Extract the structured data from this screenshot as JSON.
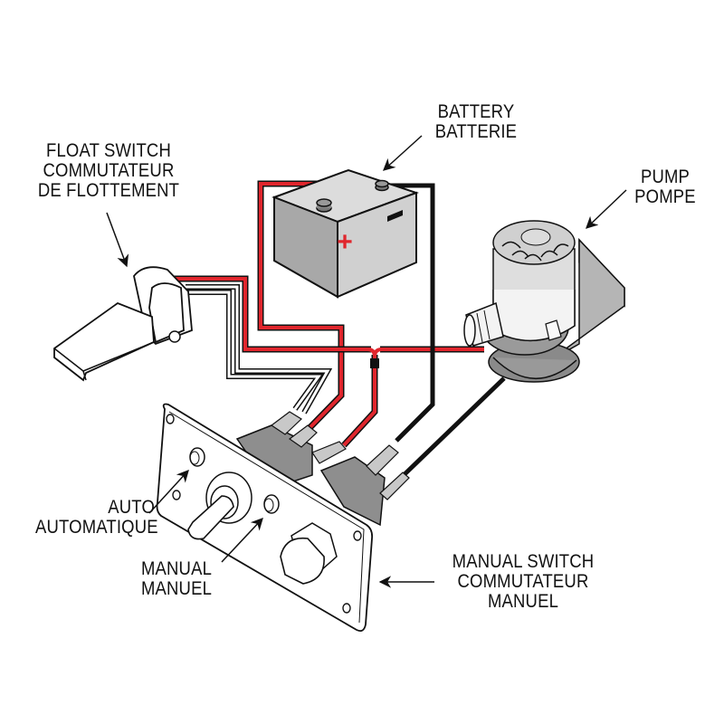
{
  "diagram": {
    "title": "Bilge pump wiring with float switch and manual switch panel",
    "colors": {
      "positive_wire": "#e0262d",
      "negative_wire": "#111111",
      "float_wire": "#ffffff",
      "battery_top": "#d9d9d9",
      "battery_side": "#a6a6a6",
      "battery_front": "#cfcfcf",
      "pump_body": "#d8d8d8",
      "switch_body": "#8a8a8a",
      "connector": "#c8c8c8",
      "plus_symbol": "#e0262d"
    },
    "labels": {
      "battery": [
        "BATTERY",
        "BATTERIE"
      ],
      "float_switch": [
        "FLOAT SWITCH",
        "COMMUTATEUR",
        "DE FLOTTEMENT"
      ],
      "pump": [
        "PUMP",
        "POMPE"
      ],
      "auto": [
        "AUTO",
        "AUTOMATIQUE"
      ],
      "manual": [
        "MANUAL",
        "MANUEL"
      ],
      "manual_switch": [
        "MANUAL SWITCH",
        "COMMUTATEUR",
        "MANUEL"
      ]
    },
    "battery_symbols": {
      "positive": "+",
      "negative": "−"
    }
  }
}
